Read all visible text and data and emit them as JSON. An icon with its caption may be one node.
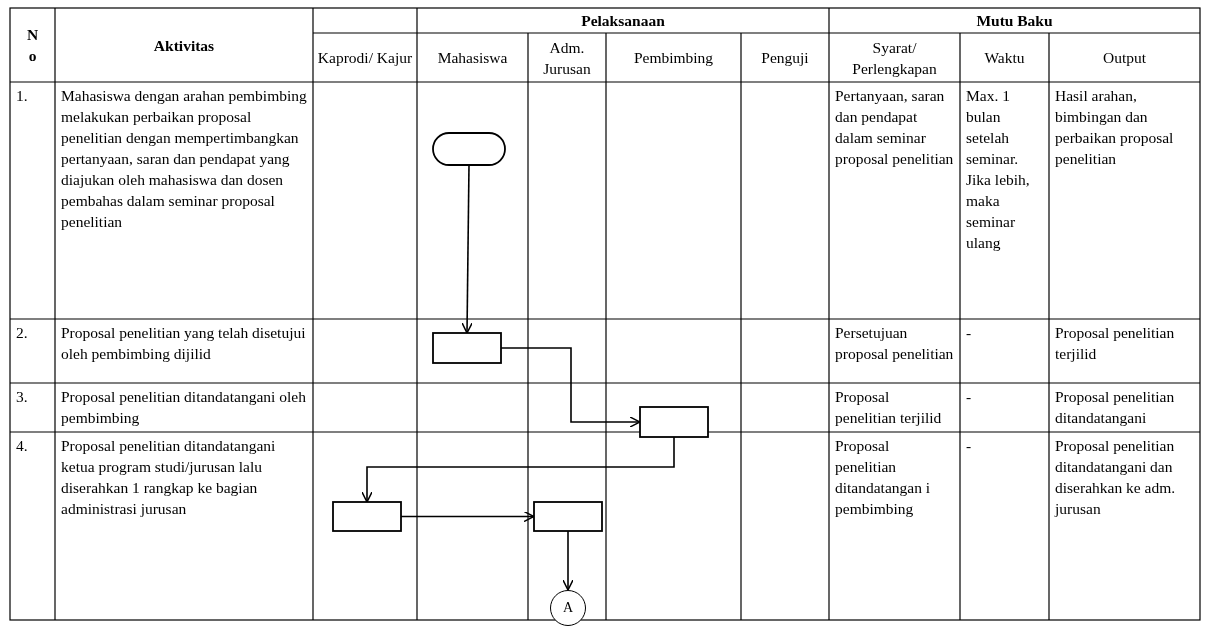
{
  "diagram": {
    "nodes": [
      {
        "text": [],
        "shape": "terminator"
      },
      {
        "text": [],
        "shape": "box"
      },
      {
        "text": [],
        "shape": "box"
      },
      {
        "text": [],
        "shape": "box"
      },
      {
        "text": [],
        "shape": "box"
      },
      {
        "text": [
          "A"
        ]
      }
    ],
    "edges": [
      {
        "from": 0,
        "to": 1,
        "arrow": "to"
      },
      {
        "from": 1,
        "to": 2,
        "arrow": "to"
      },
      {
        "from": 2,
        "to": 3,
        "arrow": "to"
      },
      {
        "from": 3,
        "to": 4,
        "arrow": "to"
      },
      {
        "from": 4,
        "to": 5,
        "arrow": "to"
      }
    ],
    "labels": [
      "No",
      "Aktivitas",
      "Pelaksanaan",
      "Mutu Baku",
      "Kaprodi/ Kajur",
      "Mahasiswa",
      "Adm. Jurusan",
      "Pembimbing",
      "Penguji",
      "Syarat/ Perlengkapan",
      "Waktu",
      "Output",
      "1.",
      "Mahasiswa dengan arahan pembimbing melakukan perbaikan proposal penelitian dengan mempertimbangkan pertanyaan, saran dan pendapat yang diajukan oleh mahasiswa dan dosen pembahas dalam seminar proposal penelitian",
      "Pertanyaan, saran dan pendapat dalam seminar proposal penelitian",
      "Max. 1 bulan setelah seminar. Jika lebih, maka seminar ulang",
      "Hasil arahan, bimbingan dan perbaikan proposal penelitian",
      "2.",
      "Proposal penelitian yang telah disetujui oleh pembimbing dijilid",
      "Persetujuan proposal penelitian",
      "-",
      "Proposal penelitian terjilid",
      "3.",
      "Proposal penelitian ditandatangani oleh pembimbing",
      "Proposal penelitian terjilid",
      "-",
      "Proposal penelitian ditandatangani",
      "4.",
      "Proposal penelitian ditandatangani ketua program studi/jurusan lalu diserahkan 1 rangkap ke bagian administrasi jurusan",
      "Proposal penelitian ditandatangan i pembimbing",
      "-",
      "Proposal penelitian ditandatangani dan diserahkan ke adm. jurusan"
    ]
  }
}
